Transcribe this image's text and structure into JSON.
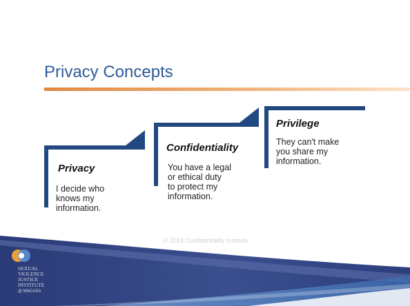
{
  "slide": {
    "title": "Privacy Concepts",
    "footer": "© 2014 Confidentiality Institute",
    "colors": {
      "title": "#2f5b9a",
      "accent_bar": "#21497f",
      "rule": "#e1883f",
      "footer_band": "#2b3c78"
    }
  },
  "concepts": [
    {
      "heading": "Privacy",
      "body": [
        "I decide who",
        "knows my",
        "information."
      ]
    },
    {
      "heading": "Confidentiality",
      "body": [
        "You have a legal",
        "or ethical duty",
        "to protect my",
        "information."
      ]
    },
    {
      "heading": "Privilege",
      "body": [
        "They can't make",
        "you share my",
        "information."
      ]
    }
  ],
  "logo": {
    "lines": [
      "SEXUAL",
      "VIOLENCE",
      "JUSTICE",
      "INSTITUTE",
      "@ MNCASA"
    ]
  }
}
